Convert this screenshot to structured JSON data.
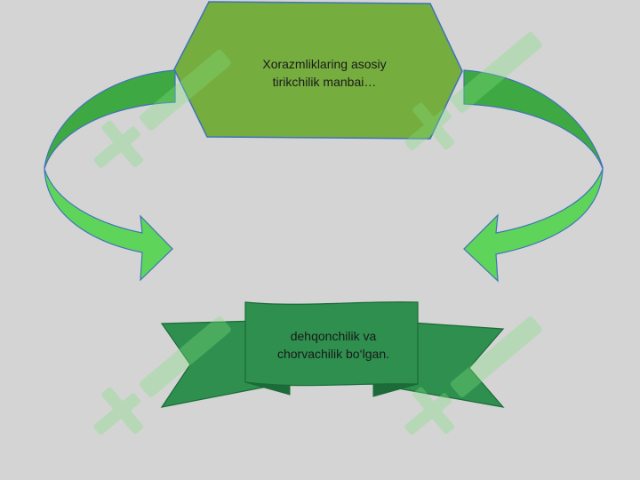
{
  "slide": {
    "background_color": "#d4d4d4",
    "top_box": {
      "text": "Xorazmliklaring asosiy\ntirikchilik manbai…",
      "fill_color": "#76ad3f",
      "border_color": "#3e74b8"
    },
    "ribbon": {
      "text": "dehqonchilik va\nchorvachilik bo‘lgan.",
      "fill_color": "#2e8f4e",
      "dark_color": "#1c6b38"
    },
    "arrows": [
      {
        "name": "left-curved-arrow",
        "direction": "down-right",
        "fill_color": "#3ea843",
        "light_color": "#5fd45a"
      },
      {
        "name": "right-curved-arrow",
        "direction": "down-left",
        "fill_color": "#3ea843",
        "light_color": "#5fd45a"
      }
    ],
    "watermark": {
      "icon": "soff-logo-icon",
      "color": "#7fe07f"
    }
  }
}
